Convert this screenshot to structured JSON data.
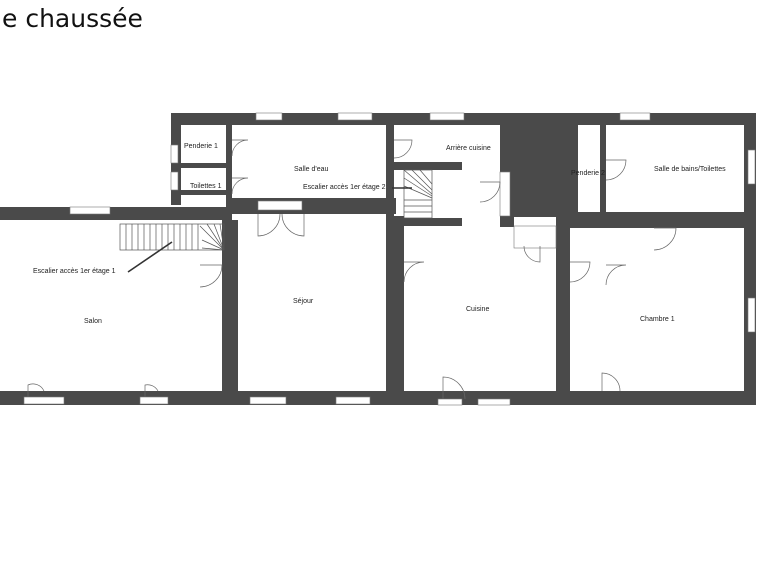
{
  "plan": {
    "title": "e chaussée",
    "wall_color": "#4a4a4a",
    "rooms": {
      "penderie_1": "Penderie 1",
      "toilettes_1": "Toilettes 1",
      "salle_eau": "Salle d'eau",
      "escalier_2": "Escalier accès 1er étage 2",
      "arriere_cuisine": "Arrière cuisine",
      "penderie_2": "Penderie 2",
      "salle_de_bains": "Salle de bains/Toilettes",
      "escalier_1": "Escalier accès 1er étage 1",
      "salon": "Salon",
      "sejour": "Séjour",
      "cuisine": "Cuisine",
      "chambre_1": "Chambre 1"
    }
  }
}
